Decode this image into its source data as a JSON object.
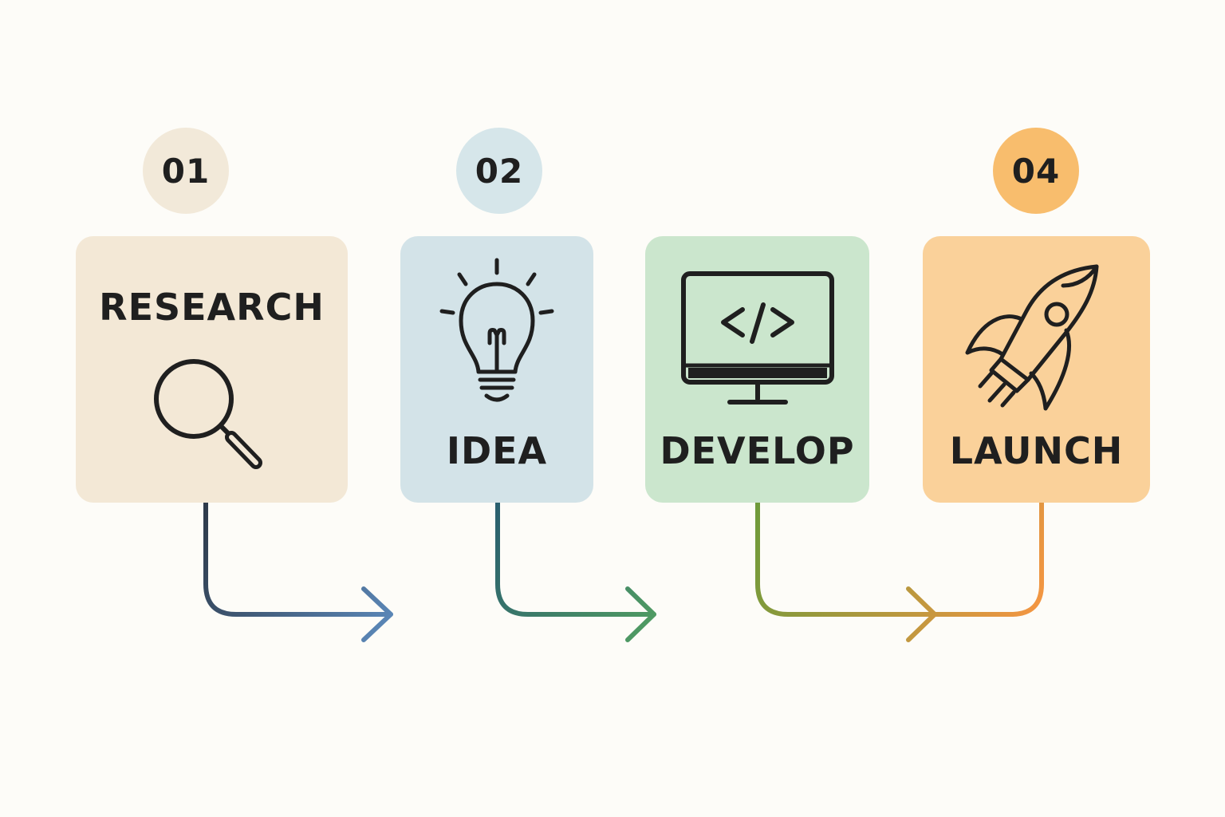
{
  "colors": {
    "background": "#fdfcf8",
    "ink": "#1f1f1f",
    "research_fill": "#f3e8d6",
    "research_badge": "#f2e9d9",
    "idea_fill": "#d3e3e8",
    "idea_badge": "#d6e6ea",
    "develop_fill": "#cbe6cd",
    "launch_fill": "#fad19a",
    "launch_badge": "#f8bd6d",
    "arrow_1": [
      "#2e3a4a",
      "#5a86b6"
    ],
    "arrow_2": [
      "#2a5f6f",
      "#4f9a63"
    ],
    "arrow_3": [
      "#6f9a3a",
      "#f59642"
    ]
  },
  "steps": [
    {
      "number": "01",
      "label": "RESEARCH",
      "icon": "magnifying-glass-icon"
    },
    {
      "number": "02",
      "label": "IDEA",
      "icon": "lightbulb-icon"
    },
    {
      "number": "",
      "label": "DEVELOP",
      "icon": "computer-code-icon"
    },
    {
      "number": "04",
      "label": "LAUNCH",
      "icon": "rocket-icon"
    }
  ]
}
